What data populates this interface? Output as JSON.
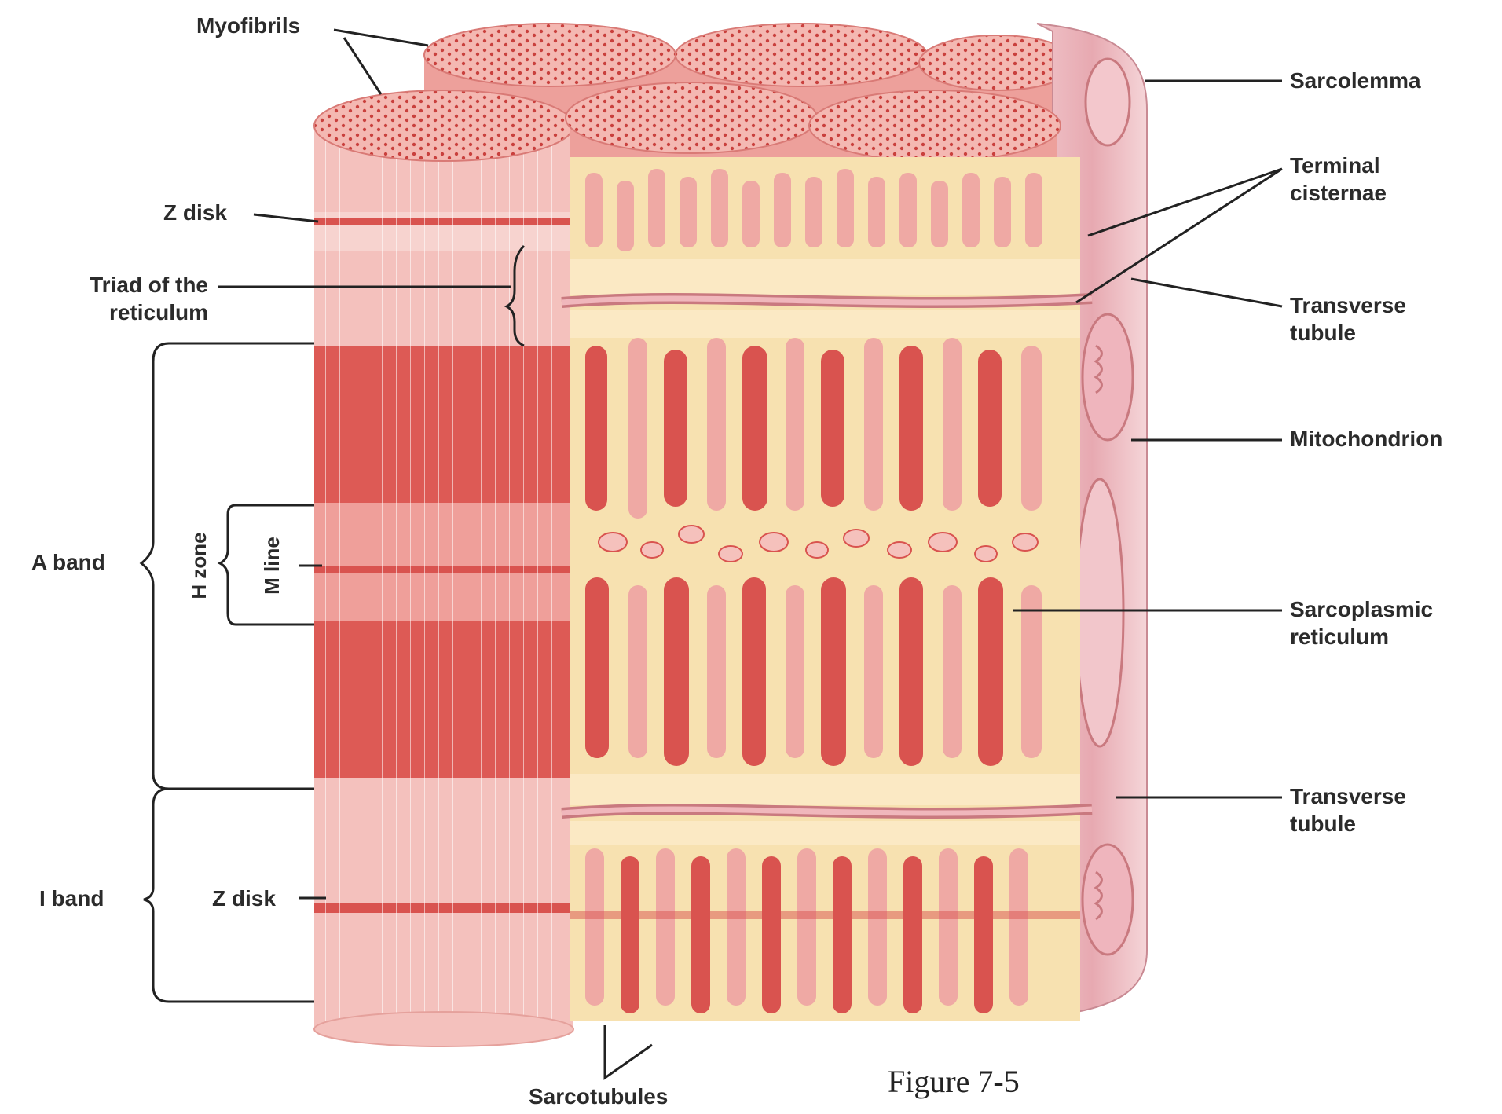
{
  "labels": {
    "myofibrils": "Myofibrils",
    "z_disk_top": "Z disk",
    "triad_1": "Triad of the",
    "triad_2": "reticulum",
    "a_band": "A band",
    "h_zone": "H zone",
    "m_line": "M line",
    "i_band": "I band",
    "z_disk_bottom": "Z disk",
    "sarcotubules": "Sarcotubules",
    "sarcolemma": "Sarcolemma",
    "terminal_cisternae_1": "Terminal",
    "terminal_cisternae_2": "cisternae",
    "transverse_tubule_top_1": "Transverse",
    "transverse_tubule_top_2": "tubule",
    "mitochondrion": "Mitochondrion",
    "sarcoplasmic_reticulum_1": "Sarcoplasmic",
    "sarcoplasmic_reticulum_2": "reticulum",
    "transverse_tubule_bottom_1": "Transverse",
    "transverse_tubule_bottom_2": "tubule"
  },
  "figure_caption": "Figure 7-5",
  "colors": {
    "fiber_light": "#f4c7c2",
    "fiber_dark": "#d9534f",
    "reticulum": "#f7e1b0",
    "sarcolemma": "#e6a9b4",
    "ttubule": "#c9797f"
  }
}
